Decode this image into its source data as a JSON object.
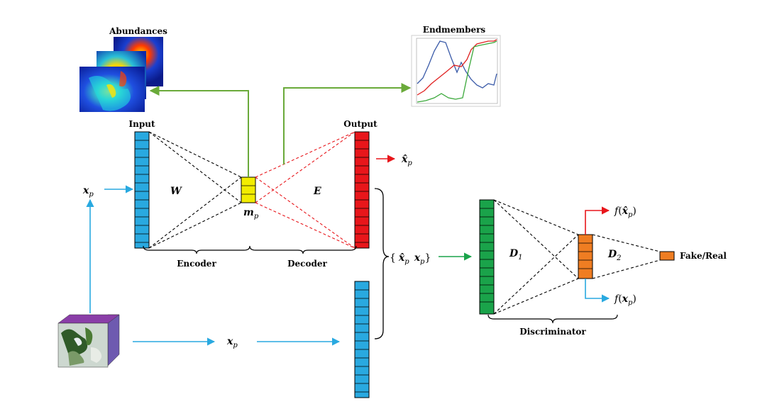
{
  "labels": {
    "abundances": "Abundances",
    "endmembers": "Endmembers",
    "input": "Input",
    "output": "Output",
    "encoder": "Encoder",
    "decoder": "Decoder",
    "discriminator": "Discriminator",
    "fake_real": "Fake/Real"
  },
  "math": {
    "W": "W",
    "E": "E",
    "D1": "D",
    "D1_sub": "1",
    "D2": "D",
    "D2_sub": "2",
    "x": "x",
    "x_hat": "x̂",
    "m": "m",
    "p": "p",
    "f": "f",
    "lbrace": "{",
    "rbrace": "}",
    "lparen": "(",
    "rparen": ")"
  },
  "colors": {
    "input_blue": "#29a9e0",
    "output_red": "#e8161b",
    "latent_yellow": "#f2ec00",
    "disc_green": "#1aa34a",
    "disc_orange": "#ef7d22",
    "arrow_green": "#6aaa3a",
    "arrow_blue": "#29a9e0",
    "arrow_red": "#e8161b",
    "arrow_seagreen": "#1aa34a"
  }
}
